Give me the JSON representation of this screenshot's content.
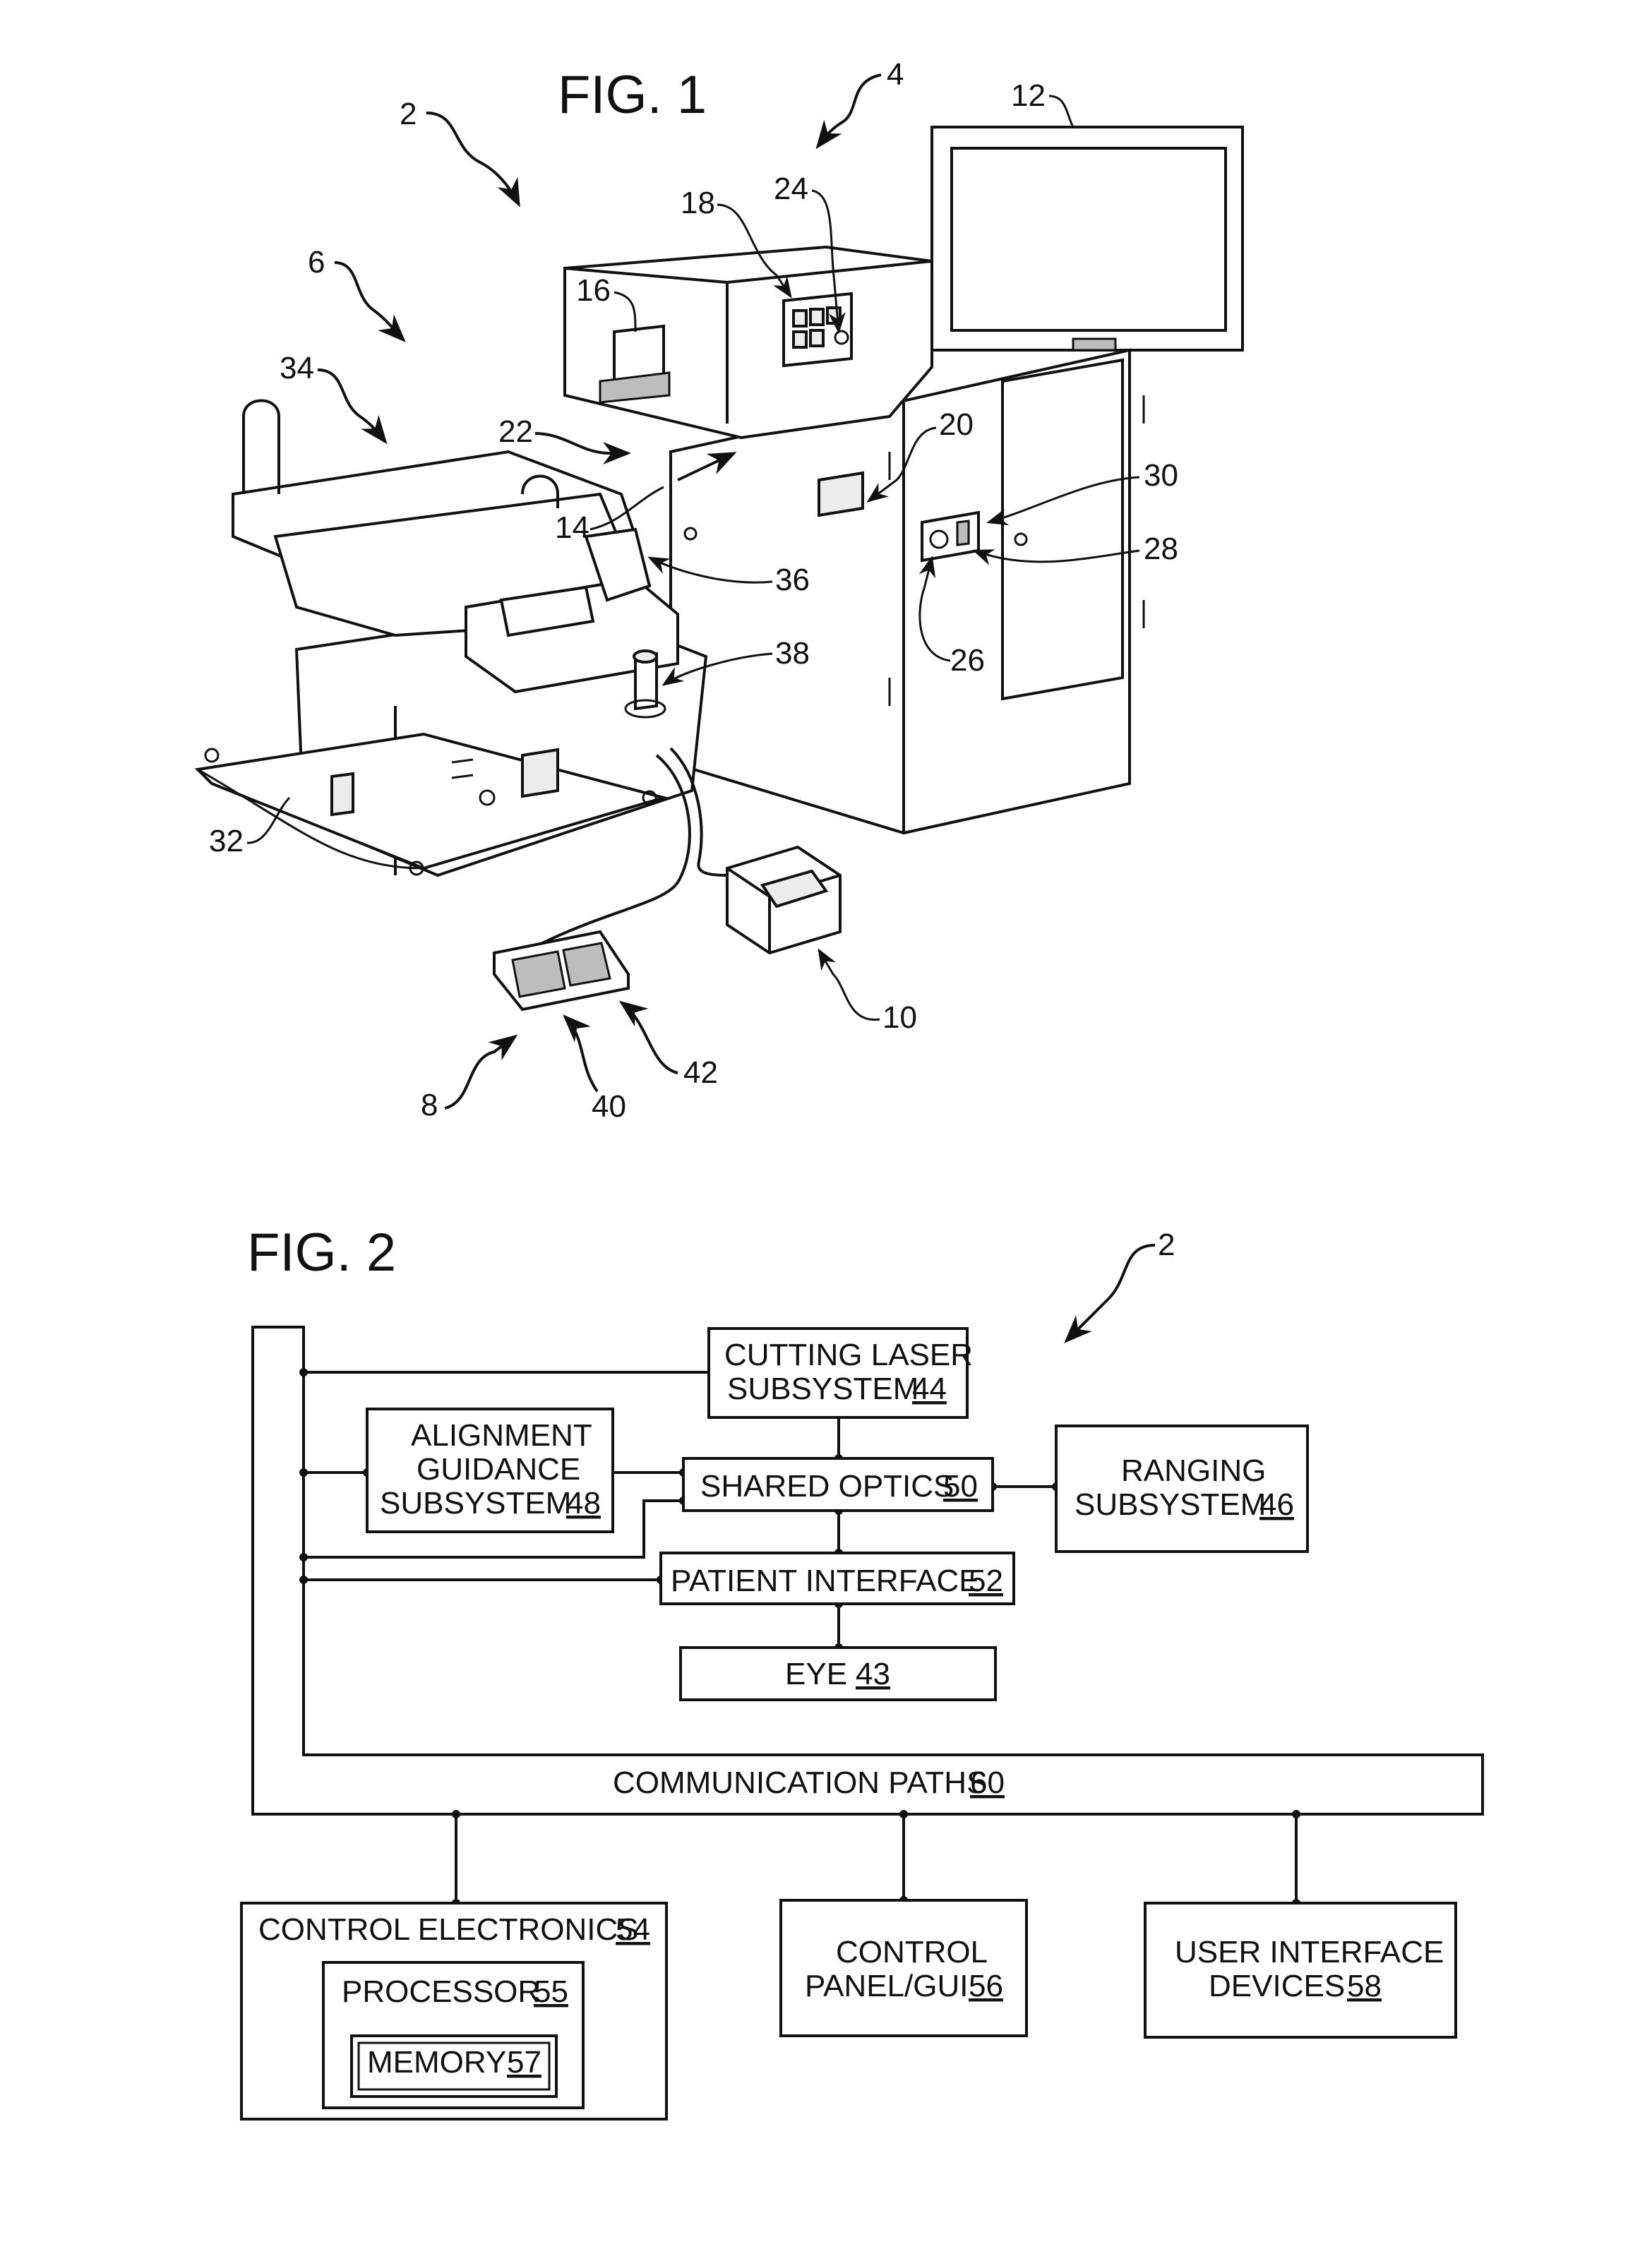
{
  "fig1": {
    "title": "FIG. 1",
    "refs": {
      "r2": "2",
      "r4": "4",
      "r6": "6",
      "r8": "8",
      "r10": "10",
      "r12": "12",
      "r14": "14",
      "r16": "16",
      "r18": "18",
      "r20": "20",
      "r22": "22",
      "r24": "24",
      "r26": "26",
      "r28": "28",
      "r30": "30",
      "r32": "32",
      "r34": "34",
      "r36": "36",
      "r38": "38",
      "r40": "40",
      "r42": "42"
    }
  },
  "fig2": {
    "title": "FIG. 2",
    "ref_system": "2",
    "blocks": {
      "cutting_laser": {
        "line1": "CUTTING LASER",
        "line2": "SUBSYSTEM",
        "num": "44"
      },
      "alignment": {
        "line1": "ALIGNMENT",
        "line2": "GUIDANCE",
        "line3": "SUBSYSTEM",
        "num": "48"
      },
      "shared_optics": {
        "label": "SHARED OPTICS",
        "num": "50"
      },
      "ranging": {
        "line1": "RANGING",
        "line2": "SUBSYSTEM",
        "num": "46"
      },
      "patient_interface": {
        "label": "PATIENT INTERFACE",
        "num": "52"
      },
      "eye": {
        "label": "EYE",
        "num": "43"
      },
      "comm_paths": {
        "label": "COMMUNICATION PATHS",
        "num": "60"
      },
      "control_electronics": {
        "label": "CONTROL ELECTRONICS",
        "num": "54"
      },
      "processor": {
        "label": "PROCESSOR",
        "num": "55"
      },
      "memory": {
        "label": "MEMORY",
        "num": "57"
      },
      "control_panel": {
        "line1": "CONTROL",
        "line2": "PANEL/GUI",
        "num": "56"
      },
      "user_interface": {
        "line1": "USER INTERFACE",
        "line2": "DEVICES",
        "num": "58"
      }
    }
  }
}
